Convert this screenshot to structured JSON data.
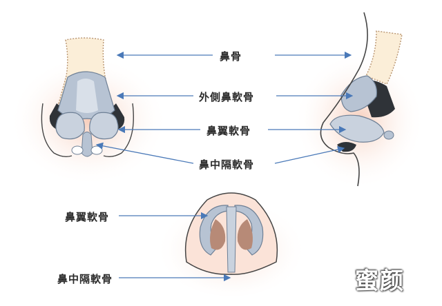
{
  "labels": {
    "nasal_bone": "鼻骨",
    "upper_lateral_cartilage": "外側鼻軟骨",
    "alar_cartilage_top": "鼻翼軟骨",
    "septal_cartilage_top": "鼻中隔軟骨",
    "alar_cartilage_bottom": "鼻翼軟骨",
    "septal_cartilage_bottom": "鼻中隔軟骨"
  },
  "watermark": "蜜颜",
  "colors": {
    "skin_glow": "#f6c9b5",
    "bone": "#fbeed8",
    "bone_outline": "#b89470",
    "cartilage": "#b7c3d3",
    "cartilage_light": "#e1e7ef",
    "shadow": "#2f3338",
    "arrow": "#4a79b8",
    "nostril": "#b78a77"
  }
}
